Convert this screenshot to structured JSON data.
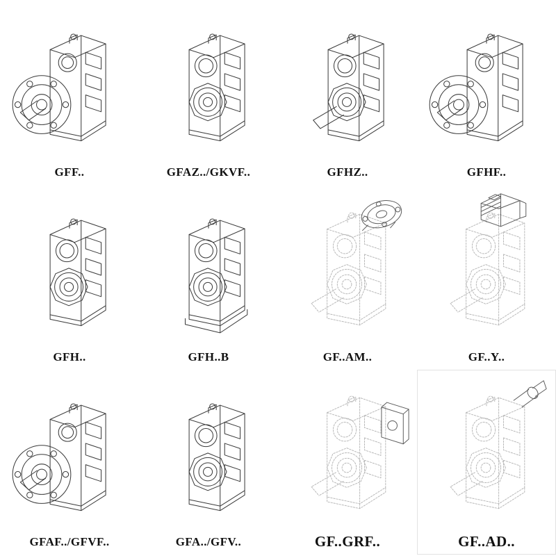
{
  "accent": {
    "line_color": "#3a3a3a",
    "faded_line_color": "#b7b7b7",
    "label_color": "#111111",
    "background": "#ffffff"
  },
  "catalog": {
    "items": [
      {
        "label": "GFF..",
        "drawing": "gearbox-output-flange-icon"
      },
      {
        "label": "GFAZ../GKVF..",
        "drawing": "gearbox-hollow-shaft-icon"
      },
      {
        "label": "GFHZ..",
        "drawing": "gearbox-solid-shaft-icon"
      },
      {
        "label": "GFHF..",
        "drawing": "gearbox-output-flange-icon"
      },
      {
        "label": "GFH..",
        "drawing": "gearbox-hollow-shaft-icon"
      },
      {
        "label": "GFH..B",
        "drawing": "gearbox-hollow-shaft-base-icon"
      },
      {
        "label": "GF..AM..",
        "drawing": "gearbox-iec-adapter-flange-icon"
      },
      {
        "label": "GF..Y..",
        "drawing": "gearbox-with-motor-icon"
      },
      {
        "label": "GFAF../GFVF..",
        "drawing": "gearbox-output-flange-icon"
      },
      {
        "label": "GFA../GFV..",
        "drawing": "gearbox-hollow-shaft-icon"
      },
      {
        "label": "GF..GRF..",
        "drawing": "gearbox-input-adapter-box-icon"
      },
      {
        "label": "GF..AD..",
        "drawing": "gearbox-input-shaft-adapter-icon"
      }
    ]
  }
}
